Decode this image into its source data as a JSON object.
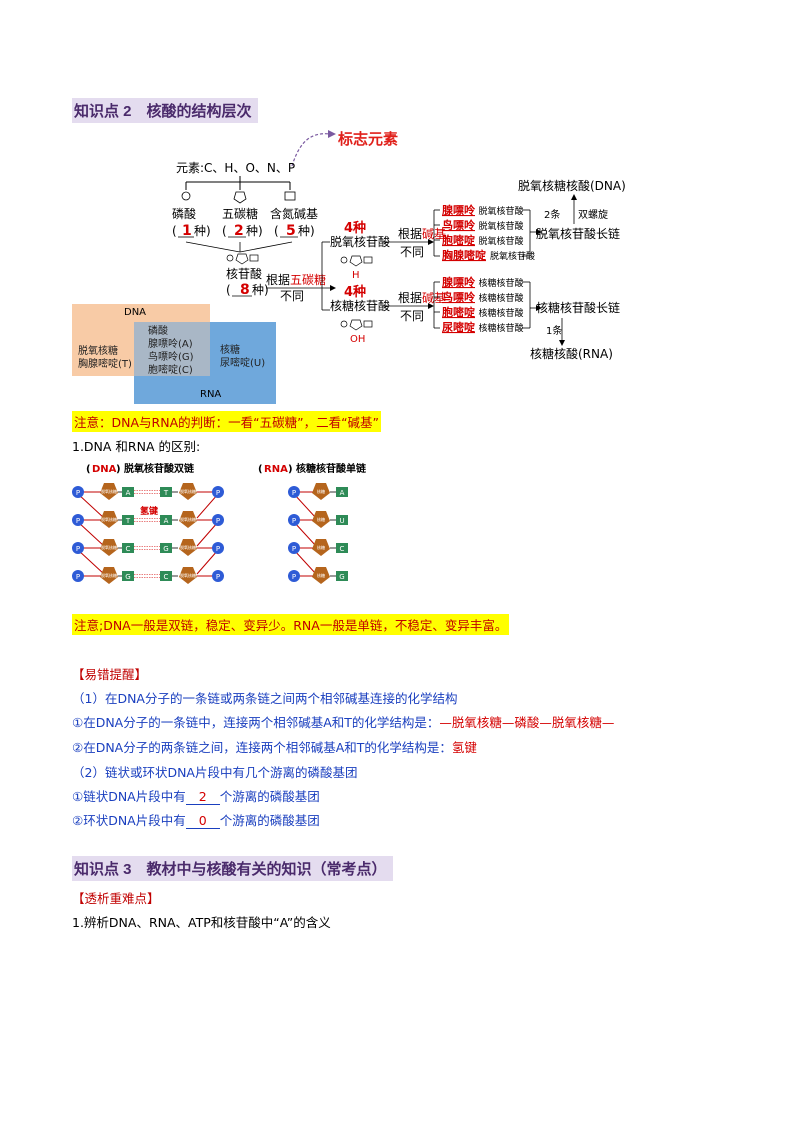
{
  "section2": {
    "title": "知识点 2　核酸的结构层次"
  },
  "diagram1": {
    "marker_elements": "标志元素",
    "elements": "元素:C、H、O、N、P",
    "phosphate": "磷酸",
    "phosphate_count_open": "(",
    "phosphate_count": "1",
    "phosphate_count_close": "种)",
    "pentose": "五碳糖",
    "pentose_count_open": "(",
    "pentose_count": "2",
    "pentose_count_close": "种)",
    "base": "含氮碱基",
    "base_count_open": "(",
    "base_count": "5",
    "base_count_close": "种)",
    "nucleotide": "核苷酸",
    "nucleotide_count_open": "(",
    "nucleotide_count": "8",
    "nucleotide_count_close": "种)",
    "by_pentose_pre": "根据",
    "by_pentose_key": "五碳糖",
    "different1": "不同",
    "dna_kinds": "4种",
    "deoxy_nucleotide": "脱氧核苷酸",
    "h_label": "H",
    "oh_label": "OH",
    "by_base_pre": "根据",
    "by_base_key": "碱基",
    "different2": "不同",
    "rna_kinds": "4种",
    "ribo_nucleotide": "核糖核苷酸",
    "by_base_pre2": "根据",
    "by_base_key2": "碱基",
    "different3": "不同",
    "dna_bases": [
      {
        "base": "腺嘌呤",
        "suffix": "脱氧核苷酸"
      },
      {
        "base": "鸟嘌呤",
        "suffix": "脱氧核苷酸"
      },
      {
        "base": "胞嘧啶",
        "suffix": "脱氧核苷酸"
      },
      {
        "base": "胸腺嘧啶",
        "suffix": "脱氧核苷酸"
      }
    ],
    "rna_bases": [
      {
        "base": "腺嘌呤",
        "suffix": "核糖核苷酸"
      },
      {
        "base": "鸟嘌呤",
        "suffix": "核糖核苷酸"
      },
      {
        "base": "胞嘧啶",
        "suffix": "核糖核苷酸"
      },
      {
        "base": "尿嘧啶",
        "suffix": "核糖核苷酸"
      }
    ],
    "dna_full": "脱氧核糖核酸(DNA)",
    "two_strands": "2条",
    "double_helix": "双螺旋",
    "dna_chain": "脱氧核苷酸长链",
    "rna_chain": "核糖核苷酸长链",
    "one_strand": "1条",
    "rna_full": "核糖核酸(RNA)"
  },
  "venn": {
    "dna": "DNA",
    "rna": "RNA",
    "dna_only1": "脱氧核糖",
    "dna_only2": "胸腺嘧啶(T)",
    "common1": "磷酸",
    "common2": "腺嘌呤(A)",
    "common3": "鸟嘌呤(G)",
    "common4": "胞嘧啶(C)",
    "rna_only1": "核糖",
    "rna_only2": "尿嘧啶(U)"
  },
  "note1": "注意：DNA与RNA的判断：一看“五碳糖”，二看“碱基”",
  "diff_title": "1.DNA 和RNA 的区别:",
  "chain_diagram": {
    "dna_label_open": "(",
    "dna_label_key": "DNA",
    "dna_label_close": ")",
    "dna_title": "脱氧核苷酸双链",
    "rna_label_open": "(",
    "rna_label_key": "RNA",
    "rna_label_close": ")",
    "rna_title": "核糖核苷酸单链",
    "hbond": "氢键",
    "p": "P",
    "sugar_dna": "脱氧核糖",
    "sugar_rna": "核糖",
    "dna_pairs": [
      [
        "A",
        "T"
      ],
      [
        "T",
        "A"
      ],
      [
        "C",
        "G"
      ],
      [
        "G",
        "C"
      ]
    ],
    "rna_bases": [
      "A",
      "U",
      "C",
      "G"
    ]
  },
  "note2": "注意;DNA一般是双链，稳定、变异少。RNA一般是单链，不稳定、变异丰富。",
  "tips": {
    "header": "【易错提醒】",
    "q1": "（1）在DNA分子的一条链或两条链之间两个相邻碱基连接的化学结构",
    "a1_pre": "①在DNA分子的一条链中，连接两个相邻碱基A和T的化学结构是：",
    "a1_ans": "—脱氧核糖—磷酸—脱氧核糖—",
    "a2_pre": "②在DNA分子的两条链之间，连接两个相邻碱基A和T的化学结构是：",
    "a2_ans": "氢键",
    "q2": "（2）链状或环状DNA片段中有几个游离的磷酸基团",
    "b1_pre": "①链状DNA片段中有",
    "b1_ans": "2",
    "b1_post": "个游离的磷酸基团",
    "b2_pre": "②环状DNA片段中有",
    "b2_ans": "0",
    "b2_post": "个游离的磷酸基团"
  },
  "section3": {
    "title": "知识点 3　教材中与核酸有关的知识（常考点）"
  },
  "key_points": {
    "header": "【透析重难点】",
    "item1": "1.辨析DNA、RNA、ATP和核苷酸中“A”的含义"
  },
  "colors": {
    "section_bg": "#e4dcef",
    "section_text": "#4a2a6b",
    "highlight": "#ffff00",
    "red": "#d40000",
    "blue": "#1a3fbf",
    "venn_dna": "#f8cba6",
    "venn_rna": "#6fa8dc",
    "venn_overlap": "#a9b7c6"
  }
}
